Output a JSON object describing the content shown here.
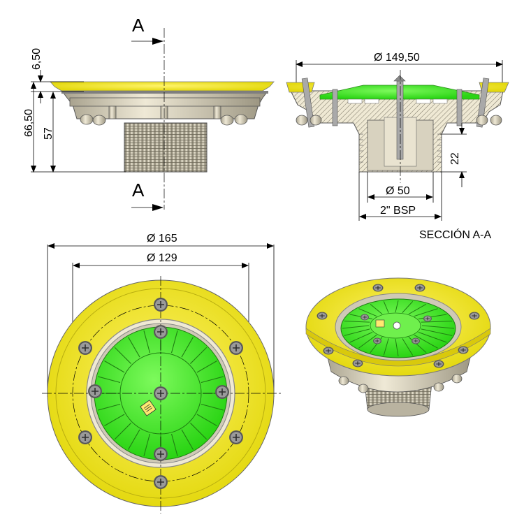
{
  "section_marks": {
    "top": "A",
    "bottom": "A"
  },
  "dims_front": {
    "flange_height": "6,50",
    "total_height": "66,50",
    "body_height": "57"
  },
  "dims_section": {
    "diameter_top": "Ø 149,50",
    "depth": "22",
    "diameter_inner": "Ø 50",
    "thread": "2\" BSP"
  },
  "section_title": "SECCIÓN A-A",
  "dims_plan": {
    "outer_diameter": "Ø 165",
    "bolt_circle": "Ø 129"
  },
  "colors": {
    "flange": "#f0e81e",
    "grate": "#38ec1e",
    "body": "#d9d2bd",
    "screw": "#8a8a8a"
  },
  "icons": [
    "screw-icon",
    "arrow-icon"
  ]
}
